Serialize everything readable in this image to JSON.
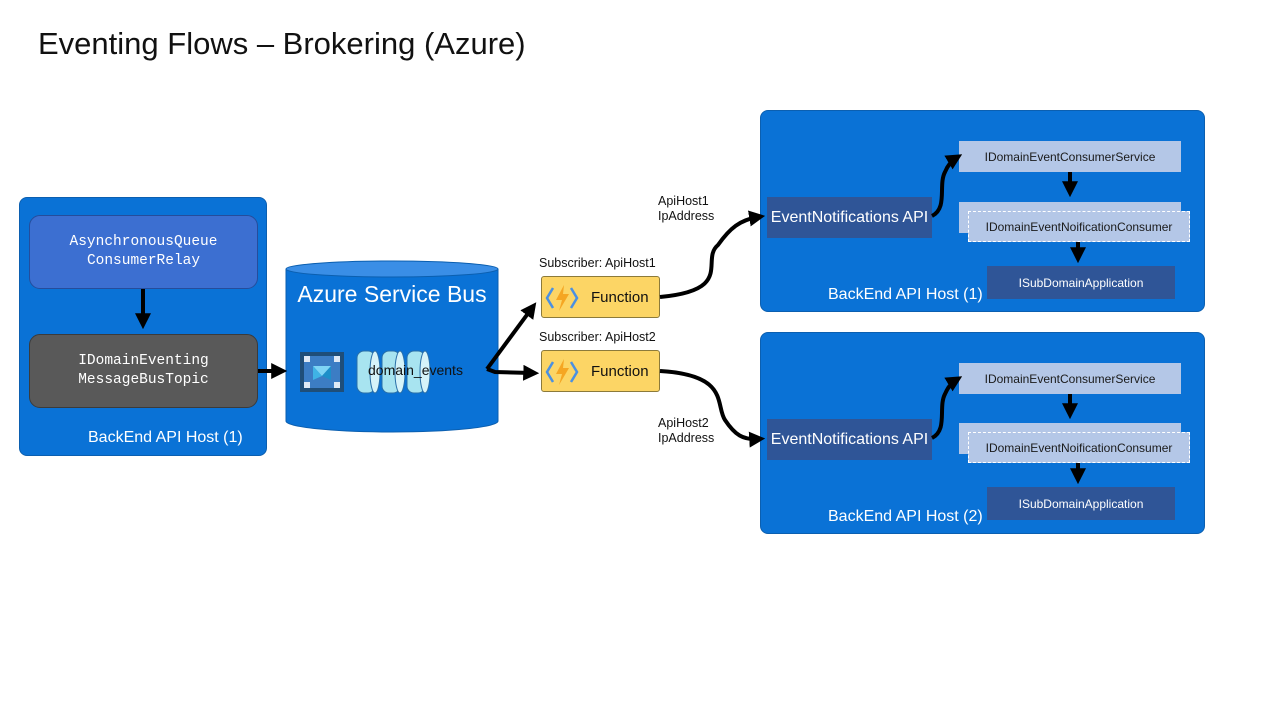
{
  "title": "Eventing Flows – Brokering (Azure)",
  "source_host": {
    "label": "BackEnd API Host (1)",
    "relay": "AsynchronousQueue\nConsumerRelay",
    "topic": "IDomainEventing\nMessageBusTopic"
  },
  "service_bus": {
    "title": "Azure Service Bus",
    "topic_name": "domain_events"
  },
  "subscribers": [
    {
      "caption": "Subscriber:  ApiHost1",
      "function_label": "Function"
    },
    {
      "caption": "Subscriber:  ApiHost2",
      "function_label": "Function"
    }
  ],
  "connections": [
    {
      "line1": "ApiHost1",
      "line2": "IpAddress"
    },
    {
      "line1": "ApiHost2",
      "line2": "IpAddress"
    }
  ],
  "api_hosts": [
    {
      "label": "BackEnd API Host (1)",
      "api": "EventNotifications API",
      "consumer_service": "IDomainEventConsumerService",
      "notification_consumer": "IDomainEventNoificationConsumer",
      "sub_domain_app": "ISubDomainApplication"
    },
    {
      "label": "BackEnd API Host (2)",
      "api": "EventNotifications API",
      "consumer_service": "IDomainEventConsumerService",
      "notification_consumer": "IDomainEventNoificationConsumer",
      "sub_domain_app": "ISubDomainApplication"
    }
  ],
  "colors": {
    "host_blue": "#0a72d6",
    "function_yellow": "#fcd565",
    "api_navy": "#2f5597",
    "light_blue": "#b4c7e7"
  }
}
